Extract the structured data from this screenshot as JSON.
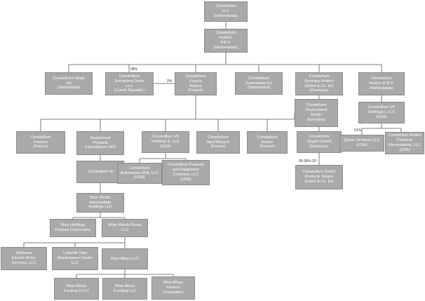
{
  "nodes": [
    {
      "id": "nv",
      "lines": [
        "Constellium",
        "N.V.",
        "(Netherlands)"
      ]
    },
    {
      "id": "holdco2",
      "lines": [
        "Constellium",
        "HoldCo",
        "II B.V.",
        "(Netherlands)"
      ]
    },
    {
      "id": "valais",
      "lines": [
        "Constellium Valais",
        "SA",
        "(Switzerland)"
      ]
    },
    {
      "id": "decin",
      "lines": [
        "Constellium",
        "Extrusions Decin",
        "s.r.o.",
        "(Czech Republic)"
      ]
    },
    {
      "id": "france_holdco",
      "lines": [
        "Constellium",
        "France",
        "Holdco",
        "(France)"
      ]
    },
    {
      "id": "switzerland_ag",
      "lines": [
        "Constellium",
        "Switzerland AG",
        "(Switzerland)"
      ]
    },
    {
      "id": "germany_holdco",
      "lines": [
        "Constellium",
        "Germany Holdco",
        "GmbH & Co. KG",
        "(Germany)"
      ]
    },
    {
      "id": "holdco3",
      "lines": [
        "Constellium",
        "Holdco III B.V.",
        "(Netherlands)"
      ]
    },
    {
      "id": "deutschland",
      "lines": [
        "Constellium",
        "Deutschland",
        "GmbH",
        "(Germany)"
      ]
    },
    {
      "id": "us_holdings1",
      "lines": [
        "Constellium US",
        "Holdings I, LLC",
        "(USA)"
      ]
    },
    {
      "id": "finance",
      "lines": [
        "Constellium",
        "Finance",
        "(France)"
      ]
    },
    {
      "id": "eps",
      "lines": [
        "Engineered",
        "Products",
        "International SAS"
      ]
    },
    {
      "id": "us_holdings2",
      "lines": [
        "Constellium US",
        "Holdings II, LLC",
        "(USA)"
      ]
    },
    {
      "id": "neuf_brisach",
      "lines": [
        "Constellium",
        "Neuf Brisach",
        "(France)"
      ]
    },
    {
      "id": "issoire",
      "lines": [
        "Constellium",
        "Issoire",
        "(France)"
      ]
    },
    {
      "id": "singen",
      "lines": [
        "Constellium",
        "Singen GmbH",
        "(Germany)"
      ]
    },
    {
      "id": "quiver",
      "lines": [
        "Quiver Ventures LLC",
        "(USA)"
      ]
    },
    {
      "id": "ravenswood",
      "lines": [
        "Constellium Rolled",
        "Products",
        "Ravenswood, LLC",
        "(USA)"
      ]
    },
    {
      "id": "w",
      "lines": [
        "Constellium W"
      ]
    },
    {
      "id": "automotive",
      "lines": [
        "Constellium",
        "Automotive USA, LLC",
        "(USA)"
      ]
    },
    {
      "id": "property",
      "lines": [
        "Constellium Property",
        "and Equipment",
        "Company, LLC",
        "(USA)"
      ]
    },
    {
      "id": "rolled_singen",
      "lines": [
        "Constellium Rolled",
        "Products Singen",
        "GmbH & Co. KG"
      ]
    },
    {
      "id": "wise_intermediate",
      "lines": [
        "Wise Metals",
        "Intermediate",
        "Holdings LLC"
      ]
    },
    {
      "id": "wise_holdings_finance",
      "lines": [
        "Wise Holdings",
        "Finance Corporation"
      ]
    },
    {
      "id": "wise_group",
      "lines": [
        "Wise Metals Group",
        "LLC"
      ]
    },
    {
      "id": "alabama",
      "lines": [
        "Alabama",
        "Electric Motor",
        "Services, LLC"
      ]
    },
    {
      "id": "listerhill",
      "lines": [
        "Listerhill Total",
        "Maintenance Center",
        "LLC"
      ]
    },
    {
      "id": "wise_alloys",
      "lines": [
        "Wise Alloys LLC"
      ]
    },
    {
      "id": "funding2",
      "lines": [
        "Wise Alloys",
        "Funding II LLC"
      ]
    },
    {
      "id": "funding",
      "lines": [
        "Wise Alloys",
        "Funding LLC"
      ]
    },
    {
      "id": "alloys_finance",
      "lines": [
        "Wise Alloys",
        "Finance",
        "Corporation"
      ]
    }
  ],
  "percentages": {
    "decin_98": "98%",
    "decin_2": "2%",
    "quiver_51": "51%",
    "rolled_singen_gp": "99.99% GP"
  }
}
